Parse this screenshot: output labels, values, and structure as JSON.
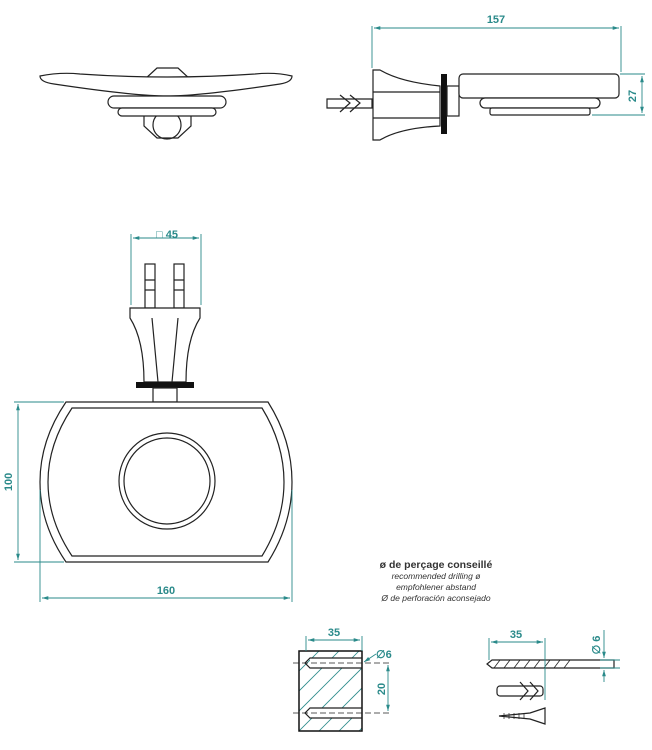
{
  "dimensions": {
    "side_length": "157",
    "side_height": "27",
    "base_square": "□ 45",
    "front_height": "100",
    "front_width": "160",
    "hole_depth": "35",
    "hole_diameter": "∅6",
    "hole_spacing": "20",
    "drill_depth": "35",
    "drill_diameter": "∅ 6"
  },
  "note": {
    "title": "ø de perçage conseillé",
    "en": "recommended drilling ø",
    "de": "empfohlener abstand",
    "es": "Ø de perforación aconsejado"
  },
  "colors": {
    "dimension": "#2a8a8a",
    "line": "#222222"
  }
}
